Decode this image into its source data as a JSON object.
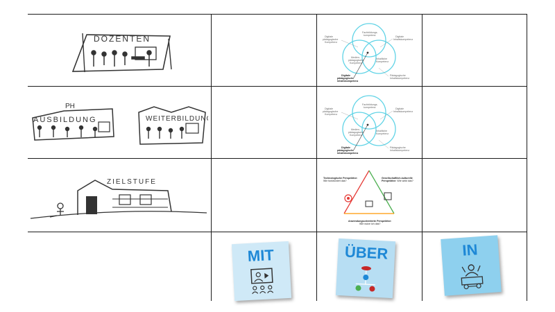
{
  "rows": {
    "row1": {
      "sketch_label": "DOZENTEN"
    },
    "row2": {
      "sketch_label_left_top": "PH",
      "sketch_label_left": "AUSBILDUNG",
      "sketch_label_right": "WEITERBILDUNG"
    },
    "row3": {
      "sketch_label": "ZIELSTUFE"
    }
  },
  "venn_diagram": {
    "labels": [
      "Digitale\npädagogische\nKompetenz",
      "Digitale\nInhaltskompetenz",
      "Fachbildungs-\nkompetenz",
      "Medien-\npädagogische\nKompetenz",
      "Inhaltliche\nKompetenz",
      "Digitale\npädagogische\nInhaltskompetenz",
      "Pädagogische\nInhaltskompetenz"
    ],
    "circle_color": "#5fd3e6"
  },
  "triangle_diagram": {
    "left_label": "Technologische Perspektive:\nWie funktioniert das?",
    "right_label": "Gesellschaftlich-kulturelle\nPerspektive: Wie wirkt das?",
    "bottom_label": "Anwendungsorientierte Perspektive:\nWie nutze ich das?",
    "edge_colors": [
      "#e53935",
      "#4caf50",
      "#ff9800"
    ]
  },
  "tiles": {
    "mit": {
      "label": "MIT",
      "bg": "#cfe9f7"
    },
    "ueber": {
      "label": "ÜBER",
      "bg": "#b7def3"
    },
    "in": {
      "label": "IN",
      "bg": "#8ed0ee"
    }
  }
}
